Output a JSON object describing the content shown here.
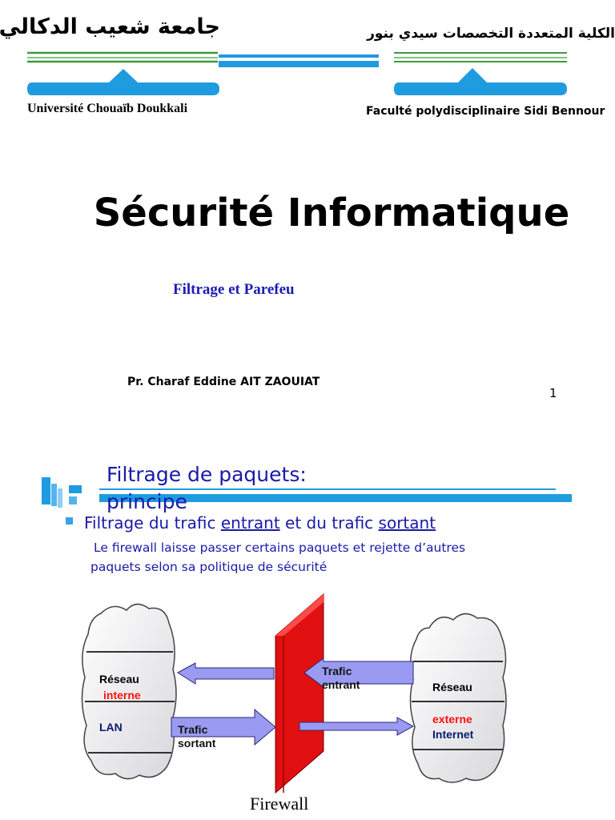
{
  "header": {
    "university_arabic": "جامعة شعيب الدكالي",
    "university_french": "Université Chouaïb Doukkali",
    "faculty_arabic": "الكلية المتعددة التخصصات سيدي بنور",
    "faculty_french": "Faculté polydisciplinaire Sidi Bennour"
  },
  "slide1": {
    "title": "Sécurité Informatique",
    "subtitle": "Filtrage et  Parefeu",
    "author": "Pr. Charaf Eddine AIT ZAOUIAT",
    "page_number": "1"
  },
  "slide2": {
    "title": "Filtrage de paquets: principe",
    "bullet1": {
      "prefix": "Filtrage du trafic ",
      "word1": "entrant",
      "middle": " et du trafic ",
      "word2": "sortant"
    },
    "bullet2_marker": "",
    "bullet2": "Le firewall laisse passer certains paquets et rejette d’autres paquets  selon sa politique de sécurité",
    "diagram": {
      "left_cloud": {
        "line1": "Réseau",
        "line2": "interne",
        "line3": "LAN"
      },
      "right_cloud": {
        "line1": "Réseau",
        "line2": "externe",
        "line3": "Internet"
      },
      "arrow_in": {
        "line1": "Trafic",
        "line2": "entrant"
      },
      "arrow_out": {
        "line1": "Trafic",
        "line2": "sortant"
      },
      "firewall_caption": "Firewall",
      "colors": {
        "wall": "#e01010",
        "arrow": "#9a9af2",
        "red_text": "#ff1010",
        "navy_text": "#0a1a6e"
      }
    }
  },
  "colors": {
    "logo_blue": "#1f9be0",
    "logo_green": "#3c9a3a",
    "title_blue": "#1a1aa8"
  }
}
